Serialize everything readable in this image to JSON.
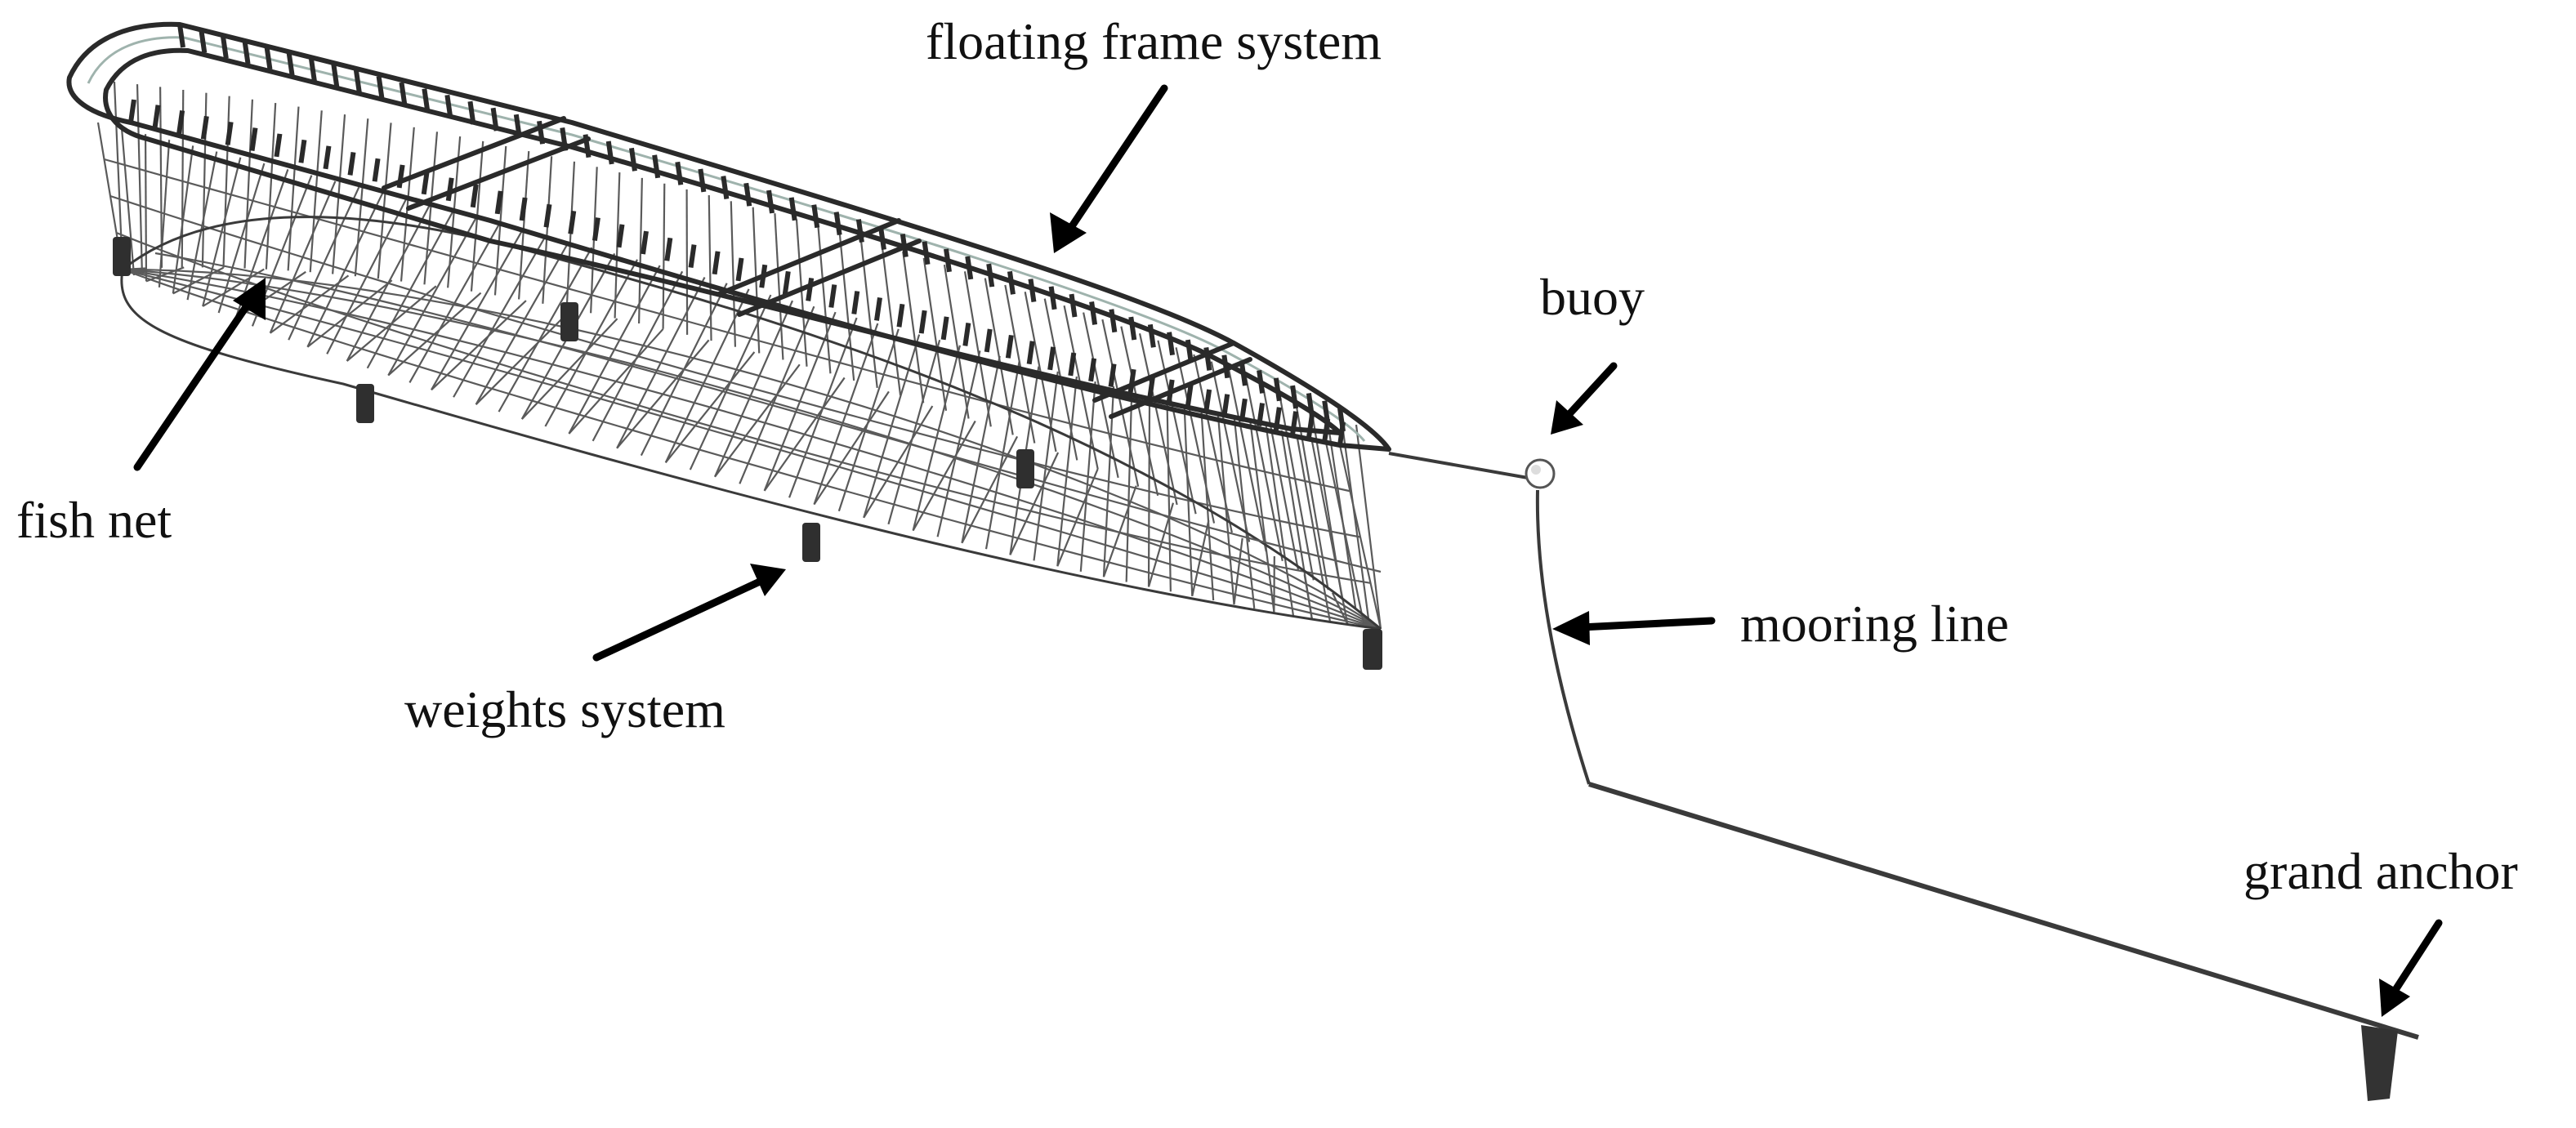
{
  "labels": {
    "floating_frame": "floating frame system",
    "buoy": "buoy",
    "fish_net": "fish net",
    "mooring_line": "mooring line",
    "weights_system": "weights system",
    "grand_anchor": "grand anchor"
  },
  "colors": {
    "line": "#3a3a3a",
    "frame": "#2a2a2a",
    "frame_highlight": "#9fb3ad",
    "weight": "#2f2f2f",
    "anchor": "#333333",
    "arrow": "#000000"
  }
}
